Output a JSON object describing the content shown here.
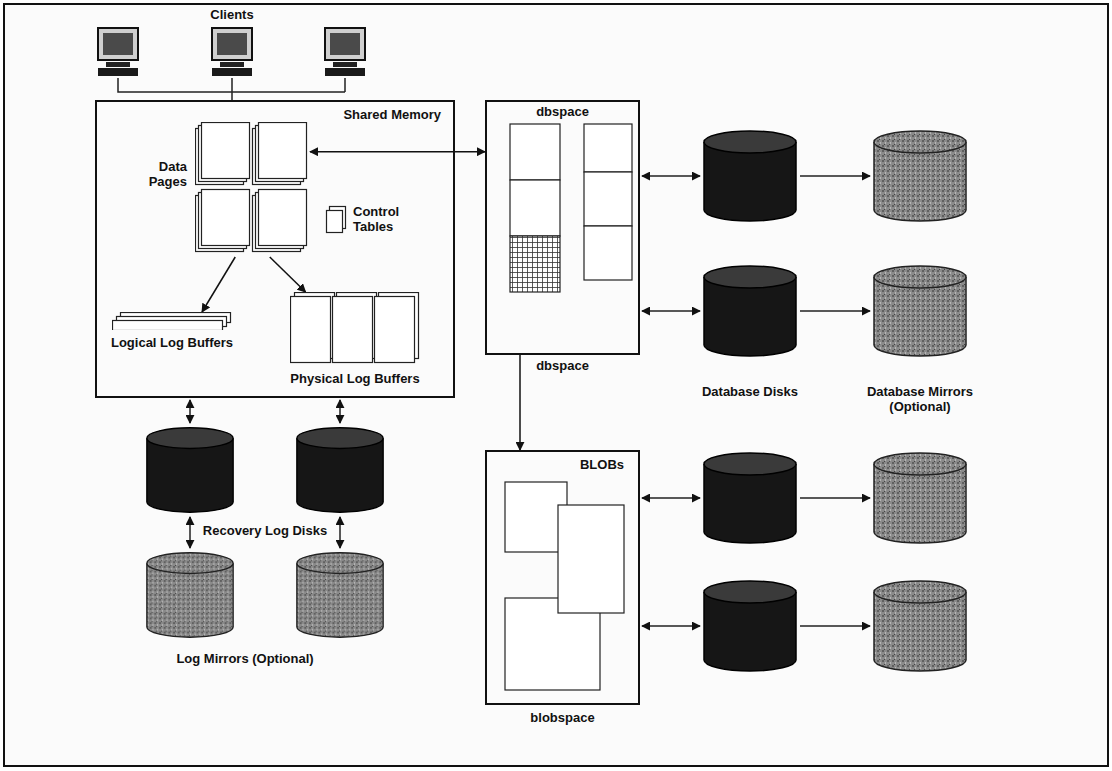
{
  "diagram": {
    "nodes": [
      {
        "text": [
          "Shared Memory"
        ]
      },
      {
        "text": [
          "Data Pages"
        ],
        "in": 0
      },
      {
        "text": [
          "Control Tables"
        ],
        "in": 0
      },
      {
        "text": [
          "Logical Log Buffers"
        ],
        "in": 0
      },
      {
        "text": [
          "Physical Log Buffers"
        ],
        "in": 0
      },
      {
        "text": [
          "dbspace",
          "dbspace"
        ]
      },
      {
        "text": [
          "BLOBs",
          "blobspace"
        ]
      }
    ],
    "edges": [
      {
        "from": 1,
        "to": 5,
        "arrow": "both"
      },
      {
        "from": 1,
        "to": 3,
        "arrow": "to"
      },
      {
        "from": 1,
        "to": 4,
        "arrow": "to"
      },
      {
        "from": 5,
        "to": 6,
        "arrow": "to"
      }
    ],
    "labels": [
      "Clients",
      "Recovery Log Disks",
      "Log Mirrors (Optional)",
      "Database Disks",
      "Database Mirrors (Optional)"
    ]
  }
}
